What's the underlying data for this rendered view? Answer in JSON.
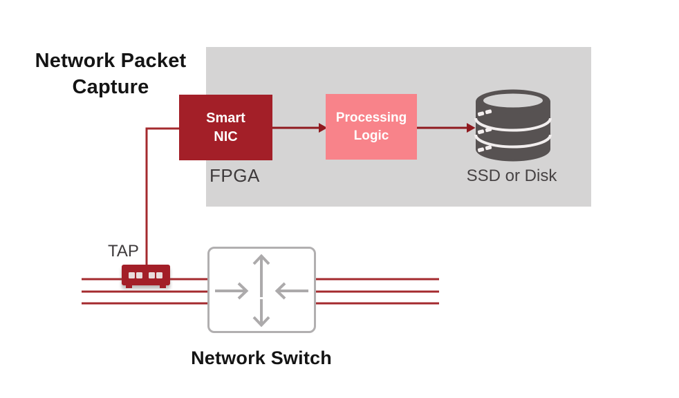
{
  "title": "Network Packet Capture",
  "fpga_panel": {
    "smart_nic": {
      "line1": "Smart",
      "line2": "NIC"
    },
    "fpga_label": "FPGA",
    "processing_logic": {
      "line1": "Processing",
      "line2": "Logic"
    },
    "storage_label": "SSD or Disk"
  },
  "tap": {
    "label": "TAP"
  },
  "network_switch": {
    "label": "Network Switch"
  },
  "icons": {
    "database": "database-icon",
    "switch_arrows": "switch-arrows-icon",
    "tap_device": "tap-device-icon"
  },
  "colors": {
    "dark_red": "#A31F28",
    "pink": "#F8838A",
    "connector_red": "#8F191E",
    "line_red": "#A42A2E",
    "panel_gray": "#D5D4D4",
    "db_gray": "#575252",
    "switch_border": "#B1AFB0",
    "switch_arrow": "#ACAAAB",
    "title_color": "#141414",
    "label_color": "#3E3A3B",
    "node_text": "#FFFFFF"
  }
}
